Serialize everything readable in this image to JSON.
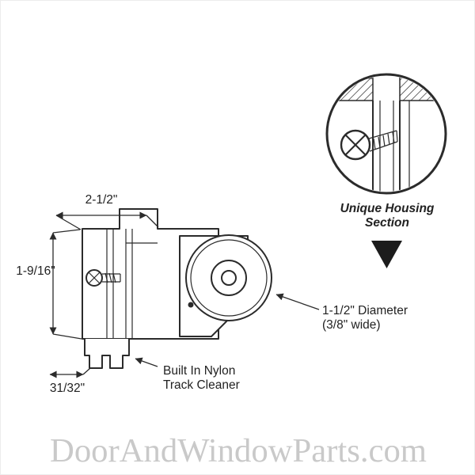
{
  "labels": {
    "dim_width": "2-1/2\"",
    "dim_height": "1-9/16\"",
    "dim_bottom": "31/32\"",
    "roller_line1": "1-1/2\" Diameter",
    "roller_line2": "(3/8\" wide)",
    "cleaner_line1": "Built In Nylon",
    "cleaner_line2": "Track Cleaner",
    "inset_line1": "Unique Housing",
    "inset_line2": "Section"
  },
  "watermark": "DoorAndWindowParts.com",
  "colors": {
    "line": "#2b2b2b",
    "watermark": "#c9c9c9",
    "background": "#ffffff"
  }
}
